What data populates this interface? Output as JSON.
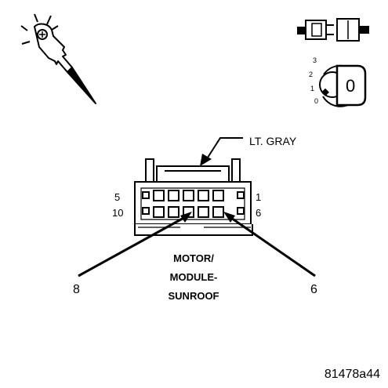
{
  "connector": {
    "color_label": "LT. GRAY",
    "pin_top_left": "5",
    "pin_top_right": "1",
    "pin_bottom_left": "10",
    "pin_bottom_right": "6"
  },
  "component_label": {
    "line1": "MOTOR/",
    "line2": "MODULE-",
    "line3": "SUNROOF"
  },
  "callouts": {
    "left_pin": "8",
    "right_pin": "6"
  },
  "ignition": {
    "positions": [
      "3",
      "2",
      "1",
      "0"
    ],
    "key_position": "0"
  },
  "figure_id": "81478a44",
  "colors": {
    "ink": "#000000",
    "background": "#ffffff"
  },
  "icons": {
    "probe": "test-probe-icon",
    "connector": "disconnected-connector-icon",
    "ignition": "ignition-switch-icon"
  }
}
